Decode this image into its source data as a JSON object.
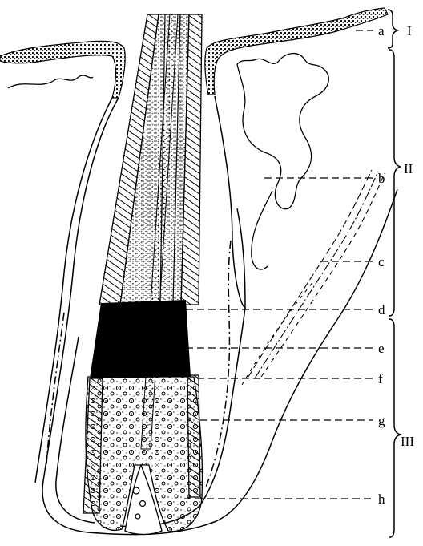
{
  "diagram": {
    "labels": [
      "a",
      "b",
      "c",
      "d",
      "e",
      "f",
      "g",
      "h"
    ],
    "regions": [
      "I",
      "II",
      "III"
    ],
    "colors": {
      "ink": "#000000",
      "paper": "#ffffff"
    }
  }
}
